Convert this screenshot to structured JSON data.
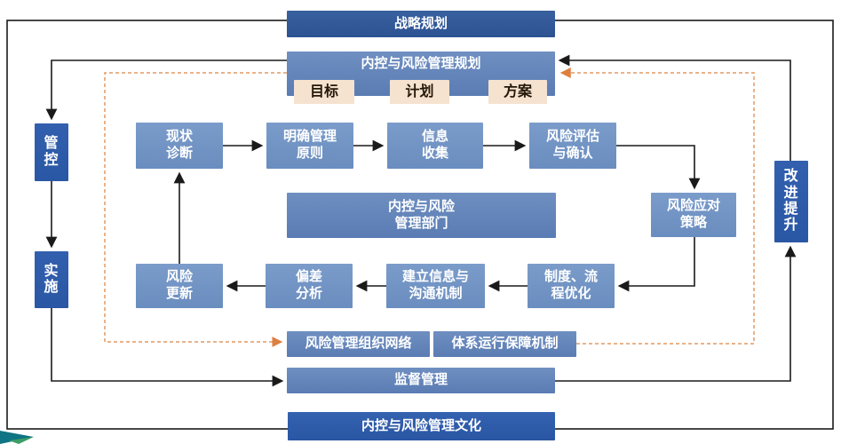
{
  "colors": {
    "dark_blue": "#2c5292",
    "bright_navy": "#2a57a4",
    "medium_blue": "#5a7cb3",
    "light_blue": "#6a8dbf",
    "tan": "#f5e2cf",
    "line_black": "#1a1a1a",
    "dashed_orange": "#e29a63",
    "logo_teal": "#0f7483",
    "logo_green": "#3b9e67"
  },
  "nodes": {
    "strategic": {
      "label": "战略规划"
    },
    "planning": {
      "label": "内控与风险管理规划"
    },
    "goal": {
      "label": "目标"
    },
    "plan": {
      "label": "计划"
    },
    "scheme": {
      "label": "方案"
    },
    "control": {
      "label": "管\n控"
    },
    "implement": {
      "label": "实\n施"
    },
    "improve": {
      "label": "改\n进\n提\n升"
    },
    "diagnosis": {
      "label": "现状\n诊断"
    },
    "principles": {
      "label": "明确管理\n原则"
    },
    "info_collect": {
      "label": "信息\n收集"
    },
    "risk_assess": {
      "label": "风险评估\n与确认"
    },
    "risk_response": {
      "label": "风险应对\n策略"
    },
    "dept": {
      "label": "内控与风险\n管理部门"
    },
    "risk_update": {
      "label": "风险\n更新"
    },
    "deviation": {
      "label": "偏差\n分析"
    },
    "comm_mechanism": {
      "label": "建立信息与\n沟通机制"
    },
    "process_opt": {
      "label": "制度、流\n程优化"
    },
    "org_network": {
      "label": "风险管理组织网络"
    },
    "guarantee": {
      "label": "体系运行保障机制"
    },
    "supervision": {
      "label": "监督管理"
    },
    "culture": {
      "label": "内控与风险管理文化"
    }
  }
}
